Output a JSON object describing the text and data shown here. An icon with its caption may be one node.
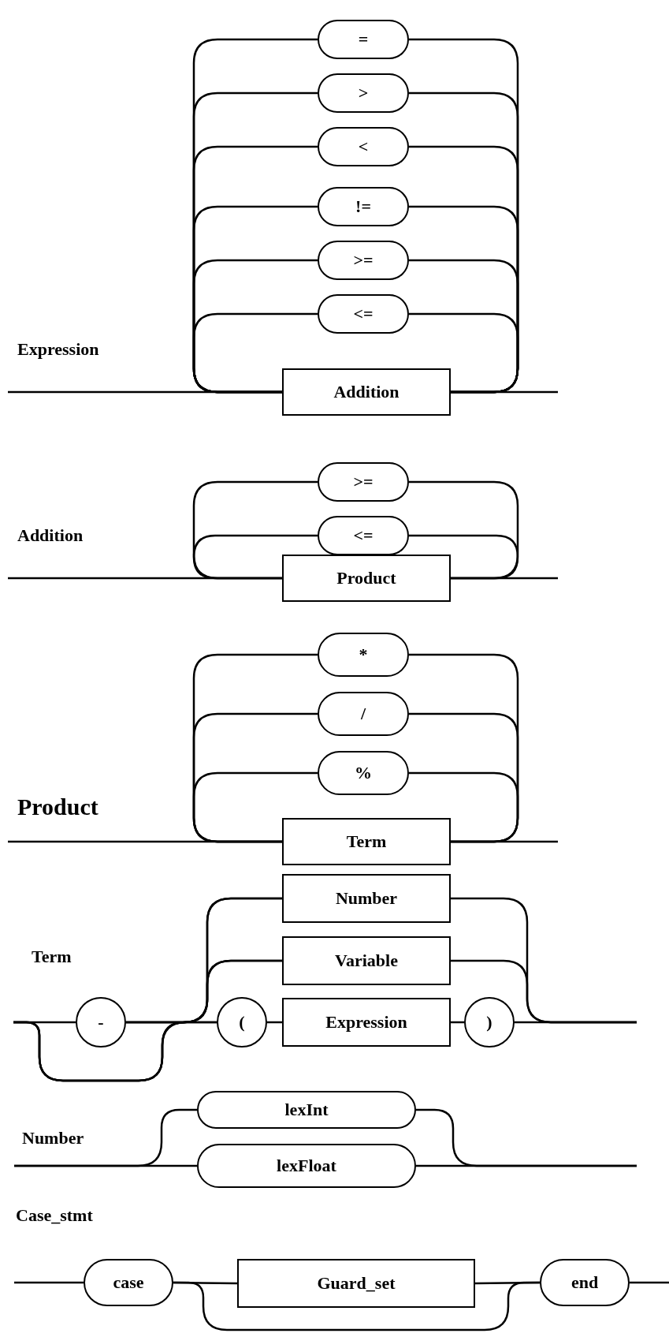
{
  "diagram": {
    "nodes": [
      {
        "text": [
          "="
        ]
      },
      {
        "text": [
          ">"
        ]
      },
      {
        "text": [
          "<"
        ]
      },
      {
        "text": [
          "!="
        ]
      },
      {
        "text": [
          ">="
        ]
      },
      {
        "text": [
          "<="
        ]
      },
      {
        "text": [
          "Addition"
        ]
      },
      {
        "text": [
          ">="
        ]
      },
      {
        "text": [
          "<="
        ]
      },
      {
        "text": [
          "Product"
        ]
      },
      {
        "text": [
          "*"
        ]
      },
      {
        "text": [
          "/"
        ]
      },
      {
        "text": [
          "%"
        ]
      },
      {
        "text": [
          "Term"
        ]
      },
      {
        "text": [
          "Number"
        ]
      },
      {
        "text": [
          "Variable"
        ]
      },
      {
        "text": [
          "-"
        ]
      },
      {
        "text": [
          "("
        ]
      },
      {
        "text": [
          "Expression"
        ]
      },
      {
        "text": [
          ")"
        ]
      },
      {
        "text": [
          "lexInt"
        ]
      },
      {
        "text": [
          "lexFloat"
        ]
      },
      {
        "text": [
          "case"
        ]
      },
      {
        "text": [
          "Guard_set"
        ]
      },
      {
        "text": [
          "end"
        ]
      }
    ],
    "edges": [
      {
        "from": null,
        "to": 6,
        "arrow": "none"
      },
      {
        "from": 6,
        "to": null,
        "arrow": "none"
      },
      {
        "from": 6,
        "to": 0,
        "arrow": "none"
      },
      {
        "from": 6,
        "to": 1,
        "arrow": "none"
      },
      {
        "from": 6,
        "to": 2,
        "arrow": "none"
      },
      {
        "from": 6,
        "to": 3,
        "arrow": "none"
      },
      {
        "from": 6,
        "to": 4,
        "arrow": "none"
      },
      {
        "from": 6,
        "to": 5,
        "arrow": "none"
      },
      {
        "from": 0,
        "to": 6,
        "arrow": "none"
      },
      {
        "from": 1,
        "to": 6,
        "arrow": "none"
      },
      {
        "from": 2,
        "to": 6,
        "arrow": "none"
      },
      {
        "from": 3,
        "to": 6,
        "arrow": "none"
      },
      {
        "from": 4,
        "to": 6,
        "arrow": "none"
      },
      {
        "from": 5,
        "to": 6,
        "arrow": "none"
      },
      {
        "from": null,
        "to": 9,
        "arrow": "none"
      },
      {
        "from": 9,
        "to": null,
        "arrow": "none"
      },
      {
        "from": 9,
        "to": 7,
        "arrow": "none"
      },
      {
        "from": 9,
        "to": 8,
        "arrow": "none"
      },
      {
        "from": 7,
        "to": 9,
        "arrow": "none"
      },
      {
        "from": 8,
        "to": 9,
        "arrow": "none"
      },
      {
        "from": null,
        "to": 13,
        "arrow": "none"
      },
      {
        "from": 13,
        "to": null,
        "arrow": "none"
      },
      {
        "from": 13,
        "to": 10,
        "arrow": "none"
      },
      {
        "from": 13,
        "to": 11,
        "arrow": "none"
      },
      {
        "from": 13,
        "to": 12,
        "arrow": "none"
      },
      {
        "from": 10,
        "to": 13,
        "arrow": "none"
      },
      {
        "from": 11,
        "to": 13,
        "arrow": "none"
      },
      {
        "from": 12,
        "to": 13,
        "arrow": "none"
      },
      {
        "from": null,
        "to": 16,
        "arrow": "none"
      },
      {
        "from": null,
        "to": 14,
        "arrow": "none"
      },
      {
        "from": null,
        "to": 15,
        "arrow": "none"
      },
      {
        "from": null,
        "to": 17,
        "arrow": "none"
      },
      {
        "from": 16,
        "to": 14,
        "arrow": "none"
      },
      {
        "from": 16,
        "to": 15,
        "arrow": "none"
      },
      {
        "from": 16,
        "to": 17,
        "arrow": "none"
      },
      {
        "from": 17,
        "to": 18,
        "arrow": "none"
      },
      {
        "from": 18,
        "to": 19,
        "arrow": "none"
      },
      {
        "from": 14,
        "to": null,
        "arrow": "none"
      },
      {
        "from": 15,
        "to": null,
        "arrow": "none"
      },
      {
        "from": 19,
        "to": null,
        "arrow": "none"
      },
      {
        "from": null,
        "to": 20,
        "arrow": "none"
      },
      {
        "from": null,
        "to": 21,
        "arrow": "none"
      },
      {
        "from": 20,
        "to": null,
        "arrow": "none"
      },
      {
        "from": 21,
        "to": null,
        "arrow": "none"
      },
      {
        "from": null,
        "to": 22,
        "arrow": "none"
      },
      {
        "from": 22,
        "to": 23,
        "arrow": "none"
      },
      {
        "from": 22,
        "to": 24,
        "arrow": "none"
      },
      {
        "from": 23,
        "to": 24,
        "arrow": "none"
      },
      {
        "from": 24,
        "to": null,
        "arrow": "none"
      }
    ],
    "labels": [
      "Expression",
      "Addition",
      "Product",
      "Term",
      "Number",
      "Case_stmt"
    ]
  }
}
